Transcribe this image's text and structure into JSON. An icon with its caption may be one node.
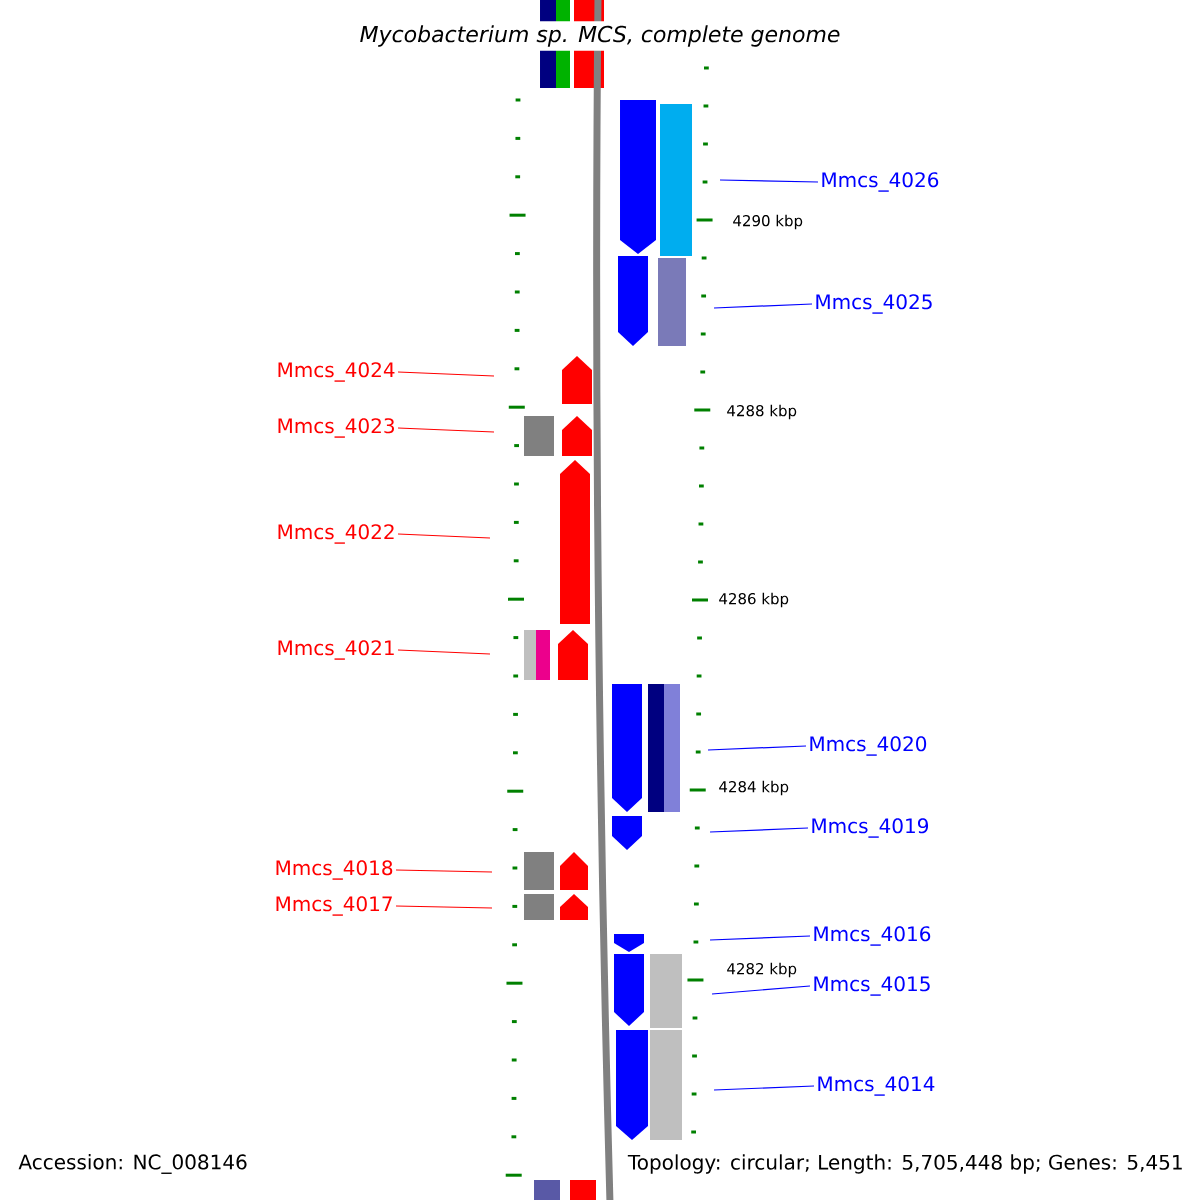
{
  "diagram": {
    "title": "Mycobacterium sp. MCS, complete genome",
    "nodes": [
      {
        "text": [
          "Mmcs_4026"
        ]
      },
      {
        "text": [
          "Mmcs_4025"
        ]
      },
      {
        "text": [
          "Mmcs_4024"
        ]
      },
      {
        "text": [
          "Mmcs_4023"
        ]
      },
      {
        "text": [
          "Mmcs_4022"
        ]
      },
      {
        "text": [
          "Mmcs_4021"
        ]
      },
      {
        "text": [
          "Mmcs_4020"
        ]
      },
      {
        "text": [
          "Mmcs_4019"
        ]
      },
      {
        "text": [
          "Mmcs_4018"
        ]
      },
      {
        "text": [
          "Mmcs_4017"
        ]
      },
      {
        "text": [
          "Mmcs_4016"
        ]
      },
      {
        "text": [
          "Mmcs_4015"
        ]
      },
      {
        "text": [
          "Mmcs_4014"
        ]
      }
    ],
    "edges": [
      {
        "from": 0,
        "to": null,
        "arrow": "none"
      },
      {
        "from": 1,
        "to": null,
        "arrow": "none"
      },
      {
        "from": 2,
        "to": null,
        "arrow": "none",
        "color": "#ff0000"
      },
      {
        "from": 3,
        "to": null,
        "arrow": "none",
        "color": "#ff0000"
      },
      {
        "from": 4,
        "to": null,
        "arrow": "none",
        "color": "#ff0000"
      },
      {
        "from": 5,
        "to": null,
        "arrow": "none",
        "color": "#ff0000"
      },
      {
        "from": 6,
        "to": null,
        "arrow": "none"
      },
      {
        "from": 7,
        "to": null,
        "arrow": "none"
      },
      {
        "from": 8,
        "to": null,
        "arrow": "none",
        "color": "#ff0000"
      },
      {
        "from": 9,
        "to": null,
        "arrow": "none",
        "color": "#ff0000"
      },
      {
        "from": 10,
        "to": null,
        "arrow": "none"
      },
      {
        "from": 11,
        "to": null,
        "arrow": "none"
      },
      {
        "from": 12,
        "to": null,
        "arrow": "none"
      }
    ],
    "labels": [
      "4290 kbp",
      "4288 kbp",
      "4286 kbp",
      "4284 kbp",
      "4282 kbp",
      "Accession: NC_008146",
      "Topology: circular; Length: 5,705,448 bp; Genes: 5,451"
    ]
  }
}
